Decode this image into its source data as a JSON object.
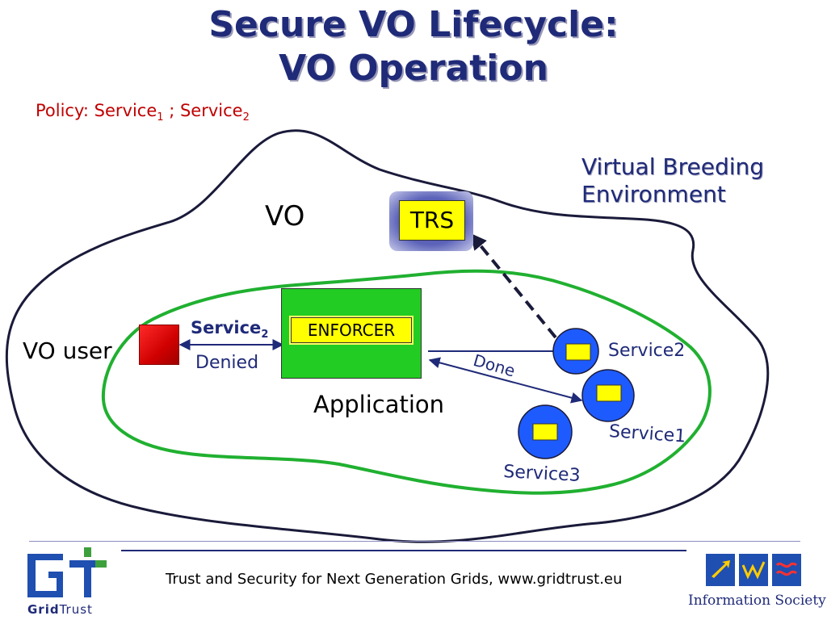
{
  "title": {
    "line1": "Secure VO Lifecycle:",
    "line2": "VO Operation"
  },
  "policy": {
    "prefix": "Policy: Service",
    "sub1": "1",
    "middle": " ; Service",
    "sub2": "2"
  },
  "vbe_label": {
    "line1": "Virtual Breeding",
    "line2": "Environment"
  },
  "vo_label": "VO",
  "vo_user_label": "VO user",
  "trs_label": "TRS",
  "enforcer_label": "ENFORCER",
  "application_label": "Application",
  "request_label": {
    "text": "Service",
    "sub": "2"
  },
  "denied_label": "Denied",
  "done_label": "Done",
  "services": [
    {
      "label": "Service2"
    },
    {
      "label": "Service1"
    },
    {
      "label": "Service3"
    }
  ],
  "footer": {
    "text": "Trust and Security for Next Generation Grids, www.gridtrust.eu",
    "logo_left": {
      "bold": "Grid",
      "normal": "Trust"
    },
    "logo_right": "Information Society"
  },
  "colors": {
    "title": "#1f2a78",
    "policy": "#c00000",
    "vo_boundary": "#1a1a3a",
    "inner_boundary": "#20b030",
    "application": "#22cc22",
    "enforcer": "#ffff00",
    "service_circle": "#1e5bff",
    "user_box": "#e00000"
  }
}
